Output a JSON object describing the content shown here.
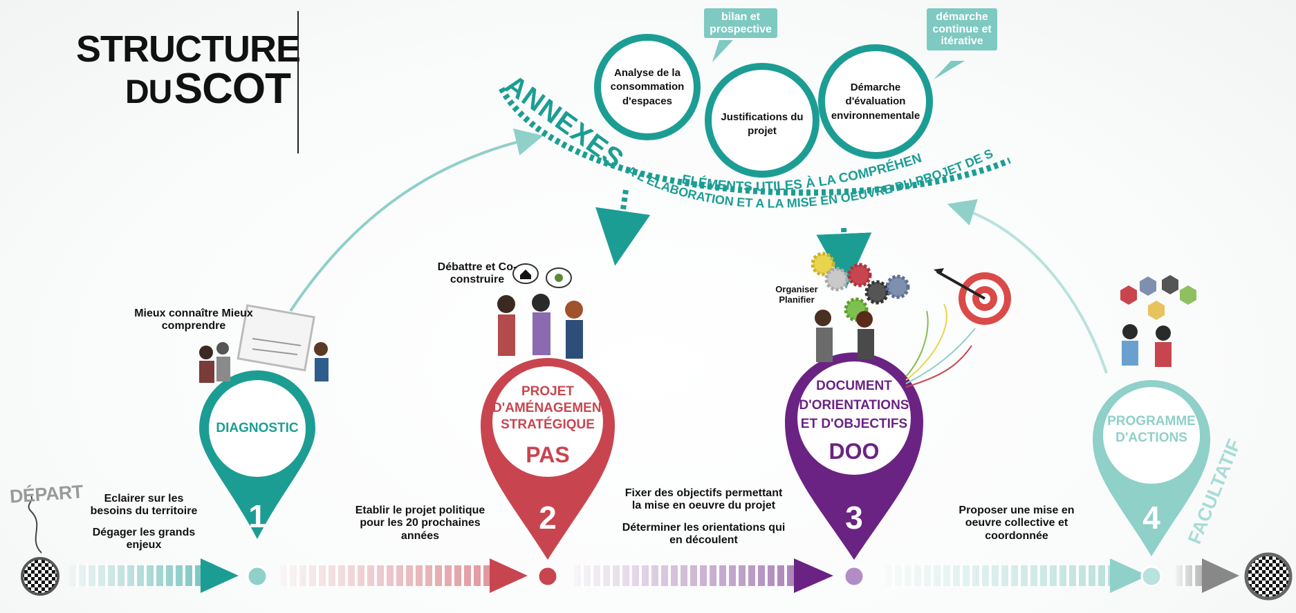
{
  "title": {
    "line1": "STRUCTURE",
    "line2a": "DU",
    "line2b": "SCOT"
  },
  "annexes": {
    "heading": "ANNEXES",
    "subtitle_line1": "ELÉMENTS UTILES À LA COMPRÉHENSION",
    "subtitle_line2": "A L'ELABORATION ET A LA MISE EN OEUVRE DU PROJET DE SCOT",
    "circles": [
      {
        "text": "Analyse de la consommation d'espaces"
      },
      {
        "text": "Justifications du projet"
      },
      {
        "text": "Démarche d'évaluation environnementale"
      }
    ],
    "bubbles": [
      {
        "text": "bilan et prospective"
      },
      {
        "text": "démarche continue et itérative"
      }
    ]
  },
  "start_label": "DÉPART",
  "facultatif_label": "FACULTATIF",
  "steps": [
    {
      "number": "1",
      "title": "DIAGNOSTIC",
      "acronym": "",
      "illustration_caption": "Mieux connaître Mieux comprendre",
      "descriptions": [
        "Eclairer sur les besoins du territoire",
        "Dégager les grands enjeux"
      ],
      "color": "#1c9d94"
    },
    {
      "number": "2",
      "title": "PROJET D'AMÉNAGEMENT STRATÉGIQUE",
      "acronym": "PAS",
      "illustration_caption": "Débattre et Co-construire",
      "descriptions": [
        "Etablir le projet politique pour les 20 prochaines années"
      ],
      "color": "#c8454f"
    },
    {
      "number": "3",
      "title": "DOCUMENT D'ORIENTATIONS ET D'OBJECTIFS",
      "acronym": "DOO",
      "illustration_caption": "Organiser Planifier",
      "descriptions": [
        "Fixer des objectifs permettant la mise en oeuvre du projet",
        "Déterminer les orientations qui en découlent"
      ],
      "color": "#6a2383"
    },
    {
      "number": "4",
      "title": "PROGRAMME D'ACTIONS",
      "acronym": "",
      "illustration_caption": "",
      "descriptions": [
        "Proposer une mise en oeuvre collective et coordonnée"
      ],
      "color": "#8fd0c9"
    }
  ],
  "colors": {
    "teal": "#1c9d94",
    "red": "#c8454f",
    "purple": "#6a2383",
    "light_teal": "#8fd0c9",
    "grey": "#9a9a9a",
    "bubble": "#7ec9c1"
  },
  "icons": [
    "checkered-flag-icon",
    "gears-icon",
    "target-icon",
    "handshake-icon",
    "people-icon"
  ]
}
